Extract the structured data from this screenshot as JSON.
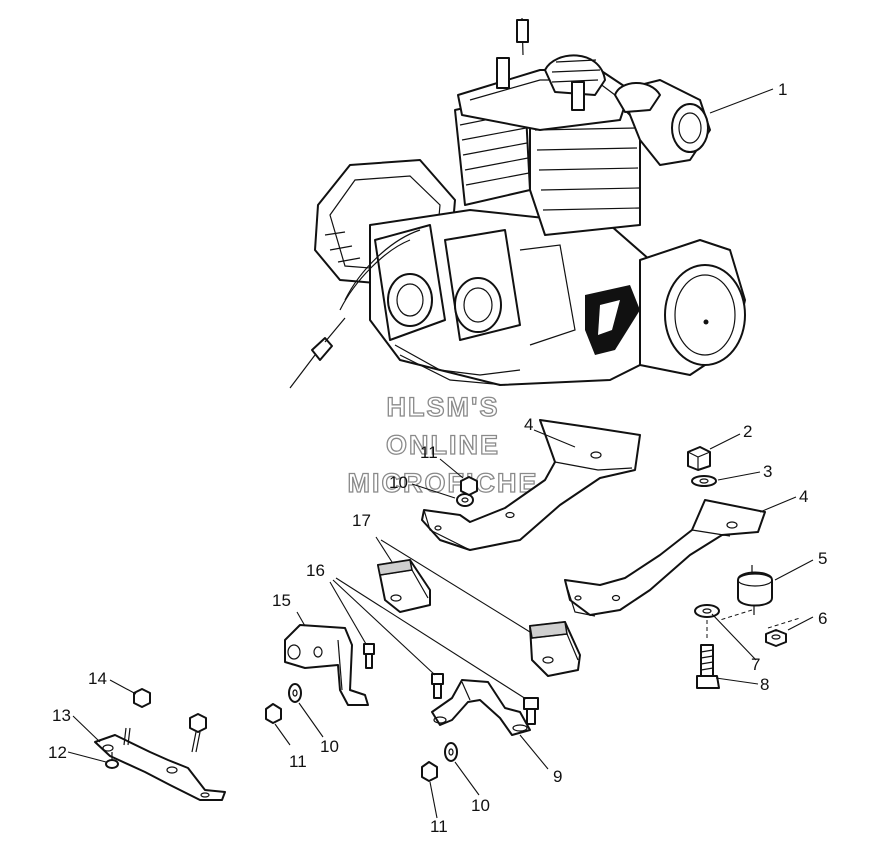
{
  "watermark": [
    "HLSM'S",
    "ONLINE",
    "MICROFICHE"
  ],
  "callouts": {
    "c1": "1",
    "c2": "2",
    "c3": "3",
    "c4a": "4",
    "c4b": "4",
    "c5": "5",
    "c6": "6",
    "c7": "7",
    "c8": "8",
    "c9": "9",
    "c10a": "10",
    "c10b": "10",
    "c10c": "10",
    "c11a": "11",
    "c11b": "11",
    "c11c": "11",
    "c12": "12",
    "c13": "13",
    "c14": "14",
    "c15": "15",
    "c16": "16",
    "c17": "17"
  }
}
